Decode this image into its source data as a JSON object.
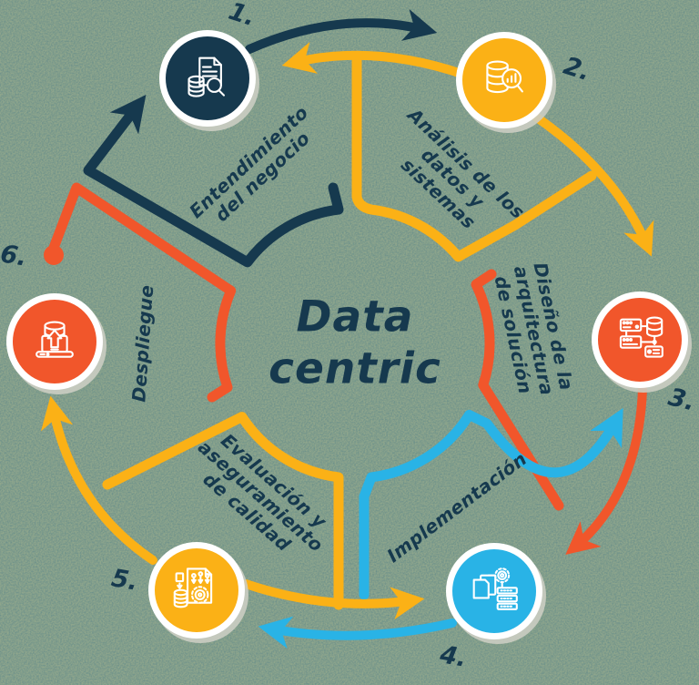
{
  "palette": {
    "navy": "#16394E",
    "yellow": "#FBB116",
    "orange": "#F1562B",
    "cyan": "#29B3E6",
    "background": "#8FA68C",
    "label_color": "#16394E"
  },
  "center": {
    "title": "Data\ncentric"
  },
  "stages": [
    {
      "number": "1.",
      "label": "Entendimiento\ndel negocio",
      "color": "#16394E",
      "icon": "document-database-magnifier-icon"
    },
    {
      "number": "2.",
      "label": "Análisis de los\ndatos y\nsistemas",
      "color": "#FBB116",
      "icon": "database-chart-magnifier-icon"
    },
    {
      "number": "3.",
      "label": "Diseño de la\narquitectura\nde solución",
      "color": "#F1562B",
      "icon": "connected-servers-database-icon"
    },
    {
      "number": "4.",
      "label": "Implementación",
      "color": "#29B3E6",
      "icon": "documents-gear-server-icon"
    },
    {
      "number": "5.",
      "label": "Evaluación y\naseguramiento\nde calidad",
      "color": "#FBB116",
      "icon": "document-workflow-gear-database-icon"
    },
    {
      "number": "6.",
      "label": "Despliegue",
      "color": "#F1562B",
      "icon": "laptop-database-upload-icon"
    }
  ]
}
